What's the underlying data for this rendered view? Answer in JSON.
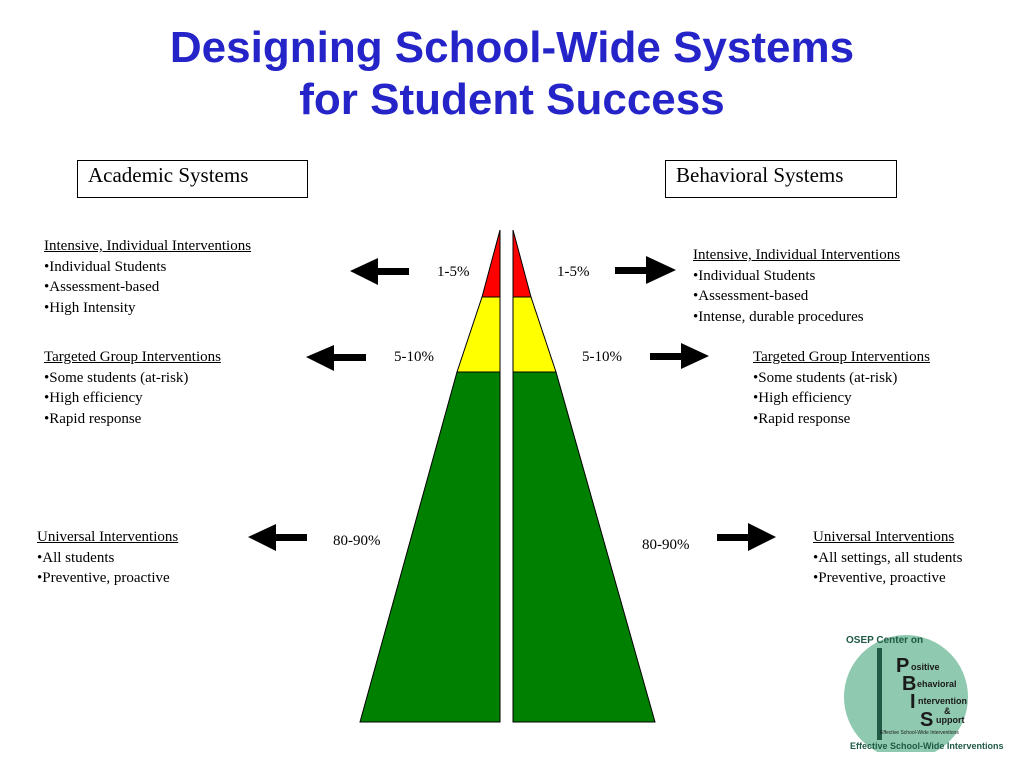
{
  "title": {
    "line1": "Designing School-Wide Systems",
    "line2": "for Student Success"
  },
  "academic": {
    "header": "Academic Systems",
    "tiers": [
      {
        "heading": "Intensive, Individual Interventions",
        "items": [
          "•Individual Students",
          "•Assessment-based",
          "•High Intensity"
        ],
        "percent": "1-5%"
      },
      {
        "heading": "Targeted Group Interventions",
        "items": [
          "•Some students (at-risk)",
          "•High efficiency",
          "•Rapid response"
        ],
        "percent": "5-10%"
      },
      {
        "heading": "Universal Interventions",
        "items": [
          "•All students",
          "•Preventive,  proactive"
        ],
        "percent": "80-90%"
      }
    ]
  },
  "behavioral": {
    "header": "Behavioral Systems",
    "tiers": [
      {
        "heading": "Intensive, Individual Interventions",
        "items": [
          "•Individual Students",
          "•Assessment-based",
          "•Intense, durable procedures"
        ],
        "percent": "1-5%"
      },
      {
        "heading": "Targeted Group Interventions",
        "items": [
          "•Some students (at-risk)",
          "•High efficiency",
          "•Rapid response"
        ],
        "percent": "5-10%"
      },
      {
        "heading": "Universal Interventions",
        "items": [
          "•All settings, all students",
          "•Preventive,  proactive"
        ],
        "percent": "80-90%"
      }
    ]
  },
  "colors": {
    "title": "#2424c8",
    "tier_intensive": "#ff0000",
    "tier_targeted": "#ffff00",
    "tier_universal": "#008000",
    "logo_circle": "#8fc9b0"
  },
  "logo": {
    "top_text": "OSEP Center on",
    "letters": [
      "P",
      "B",
      "I",
      "S"
    ],
    "words": [
      "ositive",
      "ehavioral",
      "ntervention",
      "upport"
    ],
    "ampersand": "&",
    "small_caption": "Effective School-Wide Interventions",
    "bottom_text": "Effective School-Wide Interventions"
  }
}
